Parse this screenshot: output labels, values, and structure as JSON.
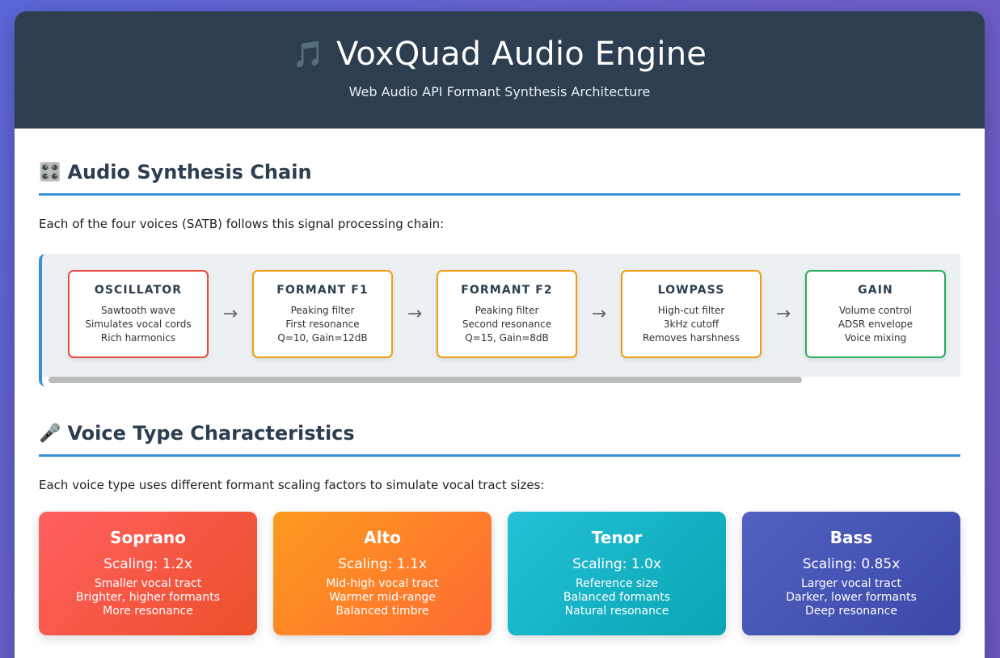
{
  "header": {
    "icon": "musical-note-icon",
    "icon_glyph": "🎵",
    "title": "VoxQuad Audio Engine",
    "subtitle": "Web Audio API Formant Synthesis Architecture"
  },
  "chain_section": {
    "icon": "control-knobs-icon",
    "icon_glyph": "🎛️",
    "title": "Audio Synthesis Chain",
    "description": "Each of the four voices (SATB) follows this signal processing chain:",
    "arrow_glyph": "→",
    "nodes": [
      {
        "title": "OSCILLATOR",
        "lines": [
          "Sawtooth wave",
          "Simulates vocal cords",
          "Rich harmonics"
        ],
        "color": "#e74c3c"
      },
      {
        "title": "FORMANT F1",
        "lines": [
          "Peaking filter",
          "First resonance",
          "Q=10, Gain=12dB"
        ],
        "color": "#f39c12"
      },
      {
        "title": "FORMANT F2",
        "lines": [
          "Peaking filter",
          "Second resonance",
          "Q=15, Gain=8dB"
        ],
        "color": "#f39c12"
      },
      {
        "title": "LOWPASS",
        "lines": [
          "High-cut filter",
          "3kHz cutoff",
          "Removes harshness"
        ],
        "color": "#f39c12"
      },
      {
        "title": "GAIN",
        "lines": [
          "Volume control",
          "ADSR envelope",
          "Voice mixing"
        ],
        "color": "#27ae60"
      }
    ]
  },
  "voice_section": {
    "icon": "microphone-icon",
    "icon_glyph": "🎤",
    "title": "Voice Type Characteristics",
    "description": "Each voice type uses different formant scaling factors to simulate vocal tract sizes:",
    "voices": [
      {
        "name": "Soprano",
        "scaling": "Scaling: 1.2x",
        "lines": [
          "Smaller vocal tract",
          "Brighter, higher formants",
          "More resonance"
        ],
        "gradient": [
          "#ff6060",
          "#ec4f2a"
        ]
      },
      {
        "name": "Alto",
        "scaling": "Scaling: 1.1x",
        "lines": [
          "Mid-high vocal tract",
          "Warmer mid-range",
          "Balanced timbre"
        ],
        "gradient": [
          "#fd9b1e",
          "#fe6a33"
        ]
      },
      {
        "name": "Tenor",
        "scaling": "Scaling: 1.0x",
        "lines": [
          "Reference size",
          "Balanced formants",
          "Natural resonance"
        ],
        "gradient": [
          "#24c1d8",
          "#09a5b3"
        ]
      },
      {
        "name": "Bass",
        "scaling": "Scaling: 0.85x",
        "lines": [
          "Larger vocal tract",
          "Darker, lower formants",
          "Deep resonance"
        ],
        "gradient": [
          "#5261c0",
          "#3b48a8"
        ]
      }
    ]
  }
}
